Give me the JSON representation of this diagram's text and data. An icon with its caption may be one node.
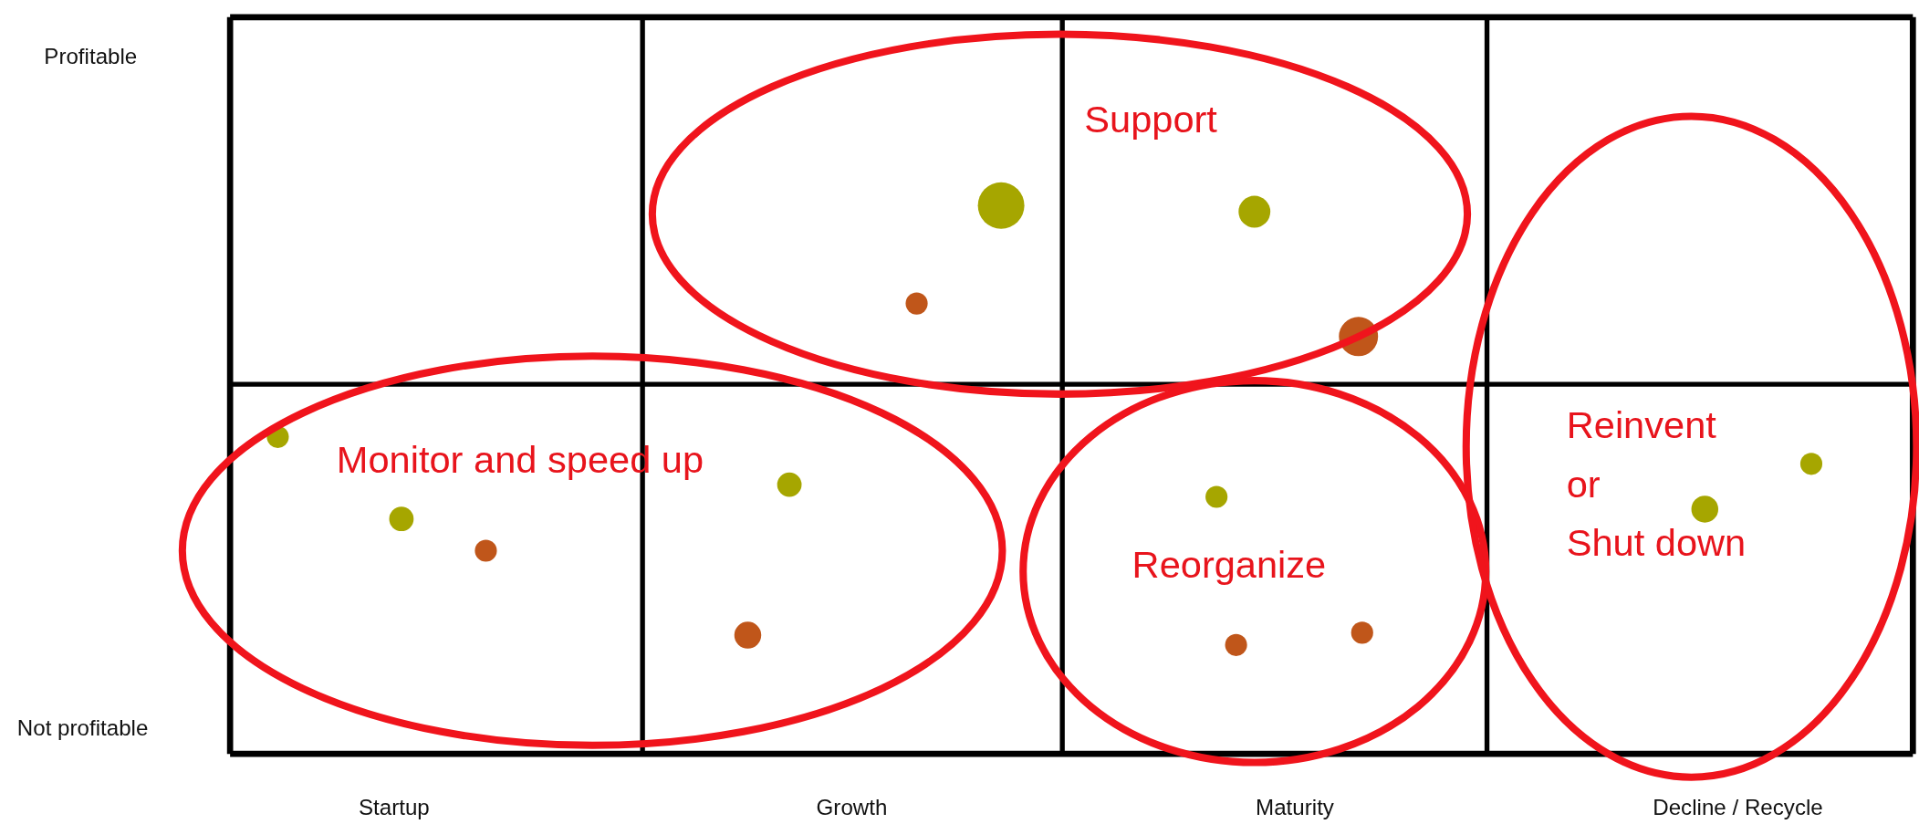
{
  "diagram": {
    "nodes": [
      {
        "text": [
          "Support"
        ]
      },
      {
        "text": [
          "Monitor and speed up"
        ]
      },
      {
        "text": [
          "Reorganize"
        ]
      },
      {
        "text": [
          "Reinvent or Shut down"
        ]
      }
    ],
    "labels": [
      "Profitable",
      "Not profitable",
      "Startup",
      "Growth",
      "Maturity",
      "Decline / Recycle"
    ]
  }
}
